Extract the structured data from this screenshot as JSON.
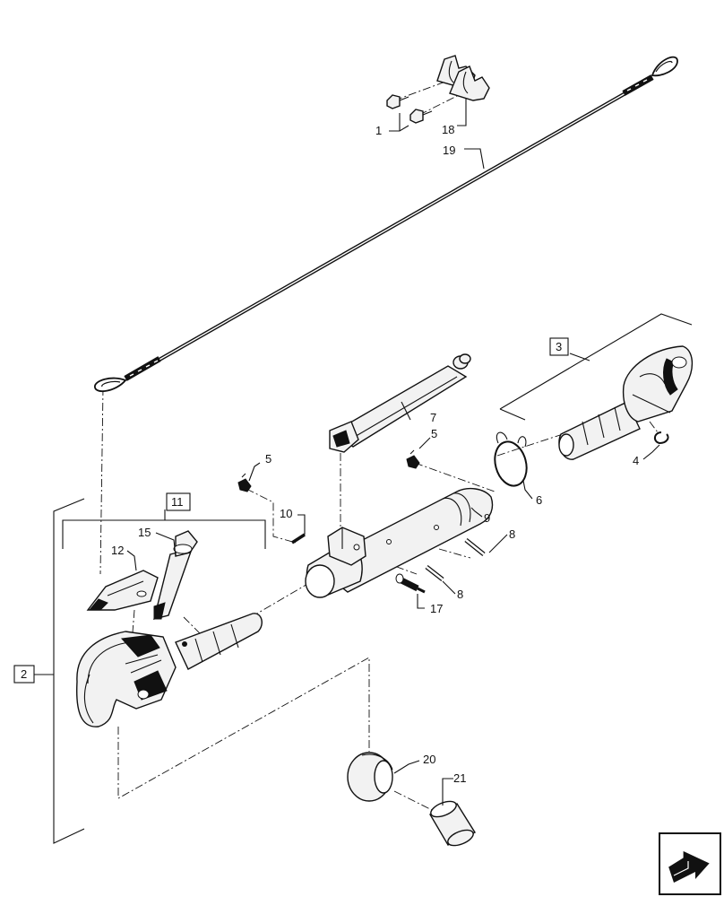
{
  "callouts": {
    "c1": "1",
    "c2": "2",
    "c3": "3",
    "c4": "4",
    "c5a": "5",
    "c5b": "5",
    "c6": "6",
    "c7": "7",
    "c8a": "8",
    "c8b": "8",
    "c9": "9",
    "c10": "10",
    "c11": "11",
    "c12": "12",
    "c15": "15",
    "c17": "17",
    "c18": "18",
    "c19": "19",
    "c20": "20",
    "c21": "21"
  },
  "icons": {
    "nav": "next-page-arrow-icon"
  }
}
